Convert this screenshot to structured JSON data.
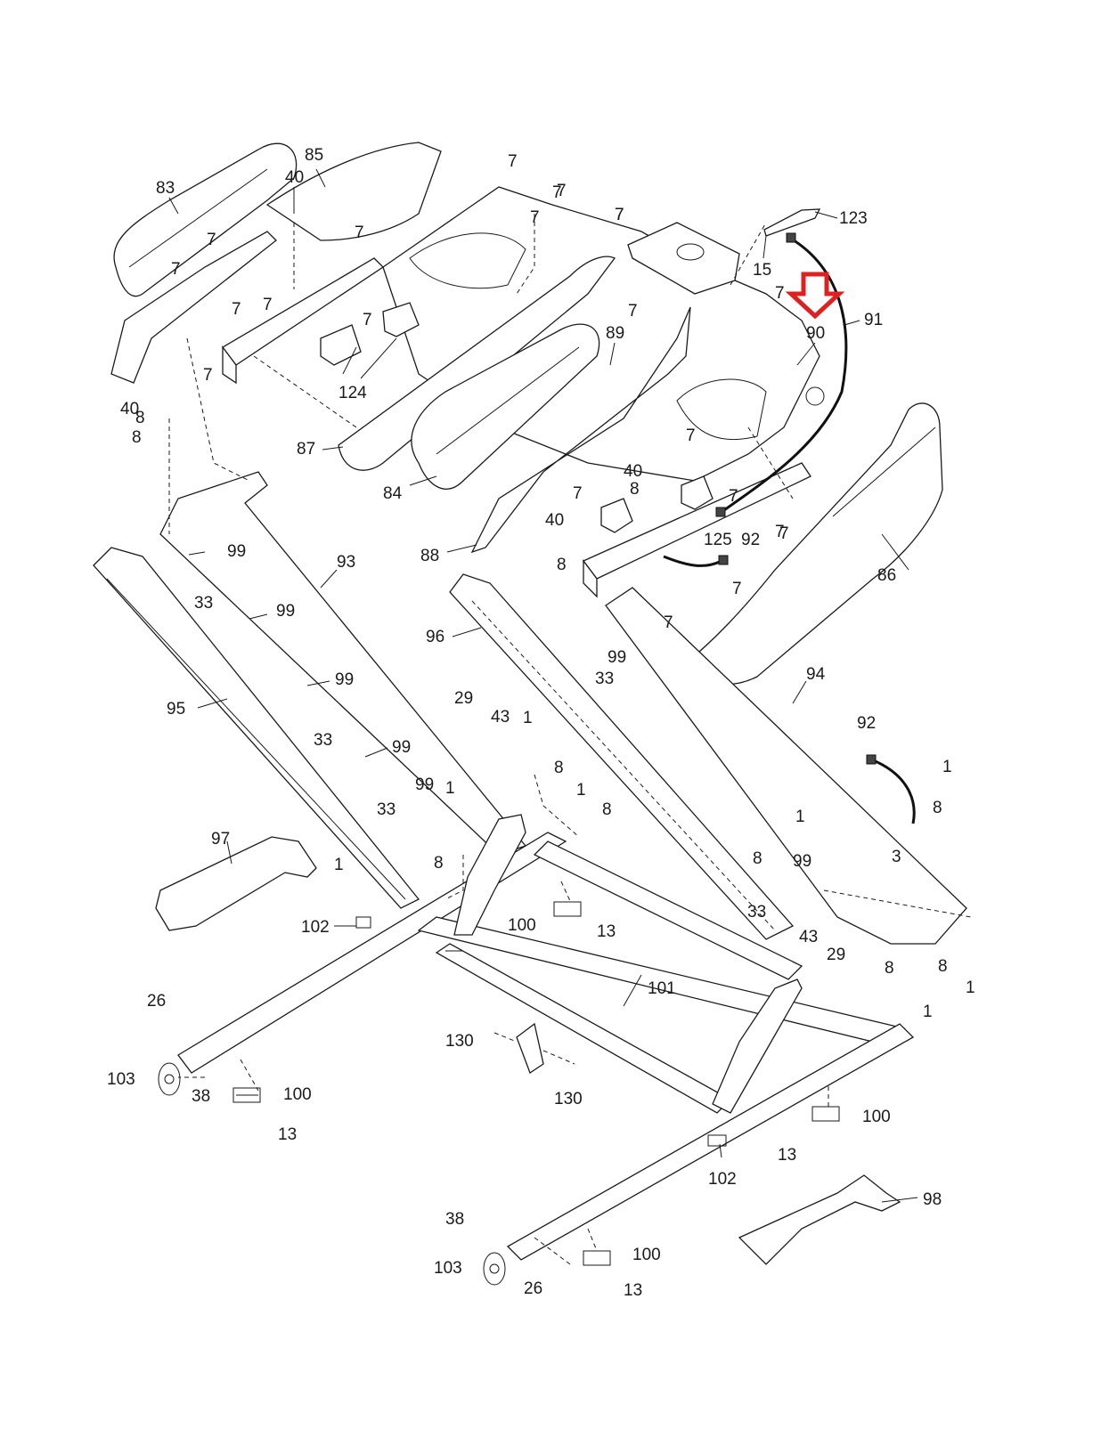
{
  "diagram": {
    "type": "exploded-parts-diagram",
    "subject": "treadmill frame and base assembly",
    "highlight": {
      "icon": "down-arrow-icon",
      "target_part": "90",
      "color": "#e0201f"
    },
    "line_color": "#1a1a1a",
    "background": "#ffffff"
  },
  "labels": [
    "83",
    "85",
    "40",
    "7",
    "7",
    "7",
    "7",
    "7",
    "7",
    "7",
    "8",
    "7",
    "7",
    "7",
    "124",
    "40",
    "8",
    "7",
    "7",
    "7",
    "123",
    "15",
    "7",
    "90",
    "91",
    "89",
    "7",
    "7",
    "87",
    "84",
    "88",
    "7",
    "40",
    "8",
    "7",
    "40",
    "7",
    "125",
    "92",
    "7",
    "8",
    "7",
    "7",
    "86",
    "99",
    "93",
    "33",
    "99",
    "99",
    "95",
    "33",
    "99",
    "96",
    "99",
    "33",
    "94",
    "29",
    "43",
    "1",
    "8",
    "1",
    "8",
    "99",
    "1",
    "33",
    "97",
    "1",
    "8",
    "92",
    "1",
    "8",
    "3",
    "99",
    "33",
    "8",
    "1",
    "102",
    "100",
    "13",
    "101",
    "43",
    "29",
    "8",
    "1",
    "8",
    "1",
    "26",
    "103",
    "38",
    "100",
    "13",
    "130",
    "130",
    "100",
    "13",
    "102",
    "98",
    "38",
    "103",
    "26",
    "100",
    "13"
  ],
  "parts": {
    "fasteners": [
      "1",
      "3",
      "7",
      "8",
      "13",
      "15",
      "26",
      "29",
      "33",
      "38",
      "40",
      "43",
      "99",
      "130"
    ],
    "covers": [
      "83",
      "84",
      "85",
      "86",
      "87",
      "88",
      "89",
      "97",
      "98"
    ],
    "frame": [
      "90",
      "93",
      "94",
      "95",
      "96",
      "101"
    ],
    "wiring": [
      "91",
      "92",
      "123"
    ],
    "other": [
      "100",
      "102",
      "103",
      "124",
      "125"
    ]
  }
}
